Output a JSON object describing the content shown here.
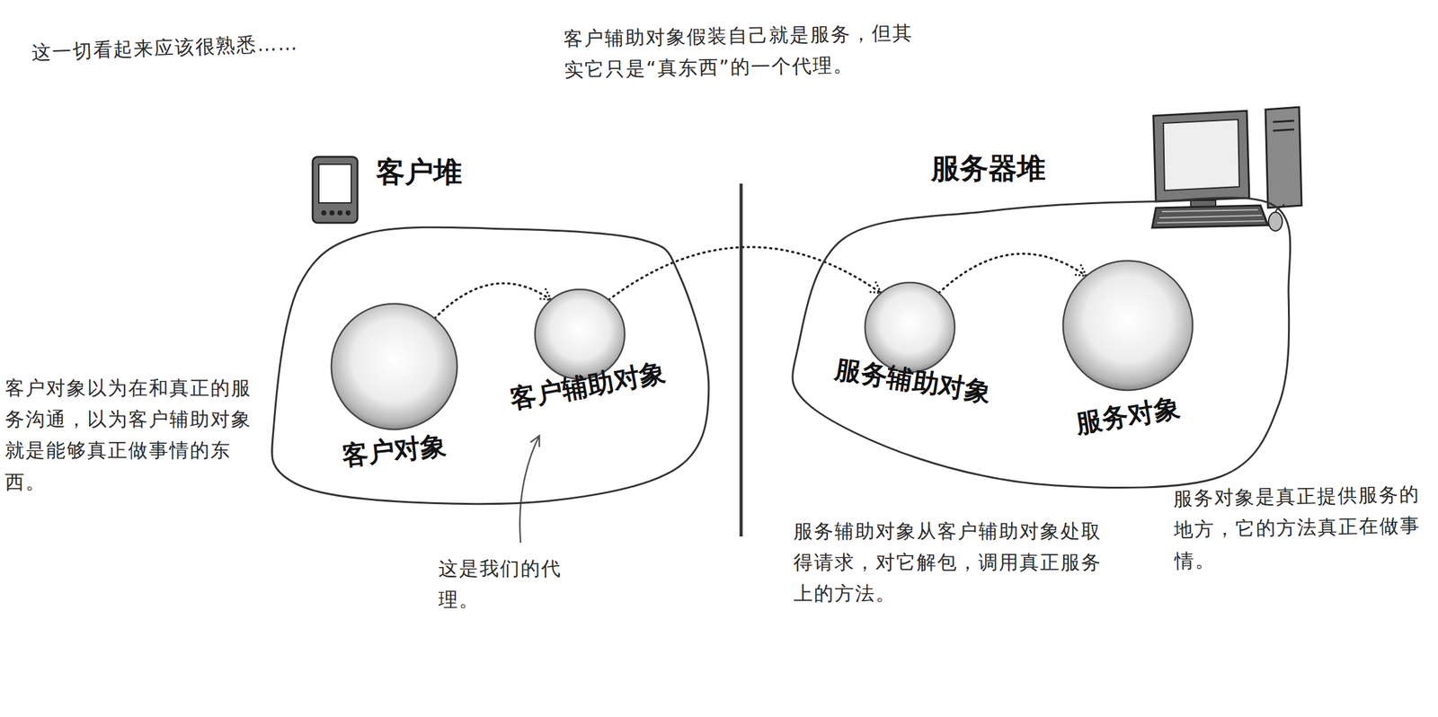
{
  "diagram": {
    "nodes": [
      {
        "text": [
          "客户堆"
        ]
      },
      {
        "text": [
          "客户对象"
        ],
        "in": 0
      },
      {
        "text": [
          "客户辅助对象"
        ],
        "in": 0
      },
      {
        "text": [
          "服务器堆"
        ]
      },
      {
        "text": [
          "服务辅助对象"
        ],
        "in": 3
      },
      {
        "text": [
          "服务对象"
        ],
        "in": 3
      }
    ],
    "edges": [
      {
        "from": 1,
        "to": 2,
        "arrow": "to"
      },
      {
        "from": 2,
        "to": 4,
        "arrow": "to"
      },
      {
        "from": 4,
        "to": 5,
        "arrow": "to"
      }
    ],
    "labels": [
      "这一切看起来应该很熟悉……",
      "客户辅助对象假装自己就是服务，但其实它只是“真东西”的一个代理。",
      "客户对象以为在和真正的服务沟通，以为客户辅助对象就是能够真正做事情的东西。",
      "这是我们的代理。",
      "服务辅助对象从客户辅助对象处取得请求，对它解包，调用真正服务上的方法。",
      "服务对象是真正提供服务的地方，它的方法真正在做事情。"
    ]
  }
}
